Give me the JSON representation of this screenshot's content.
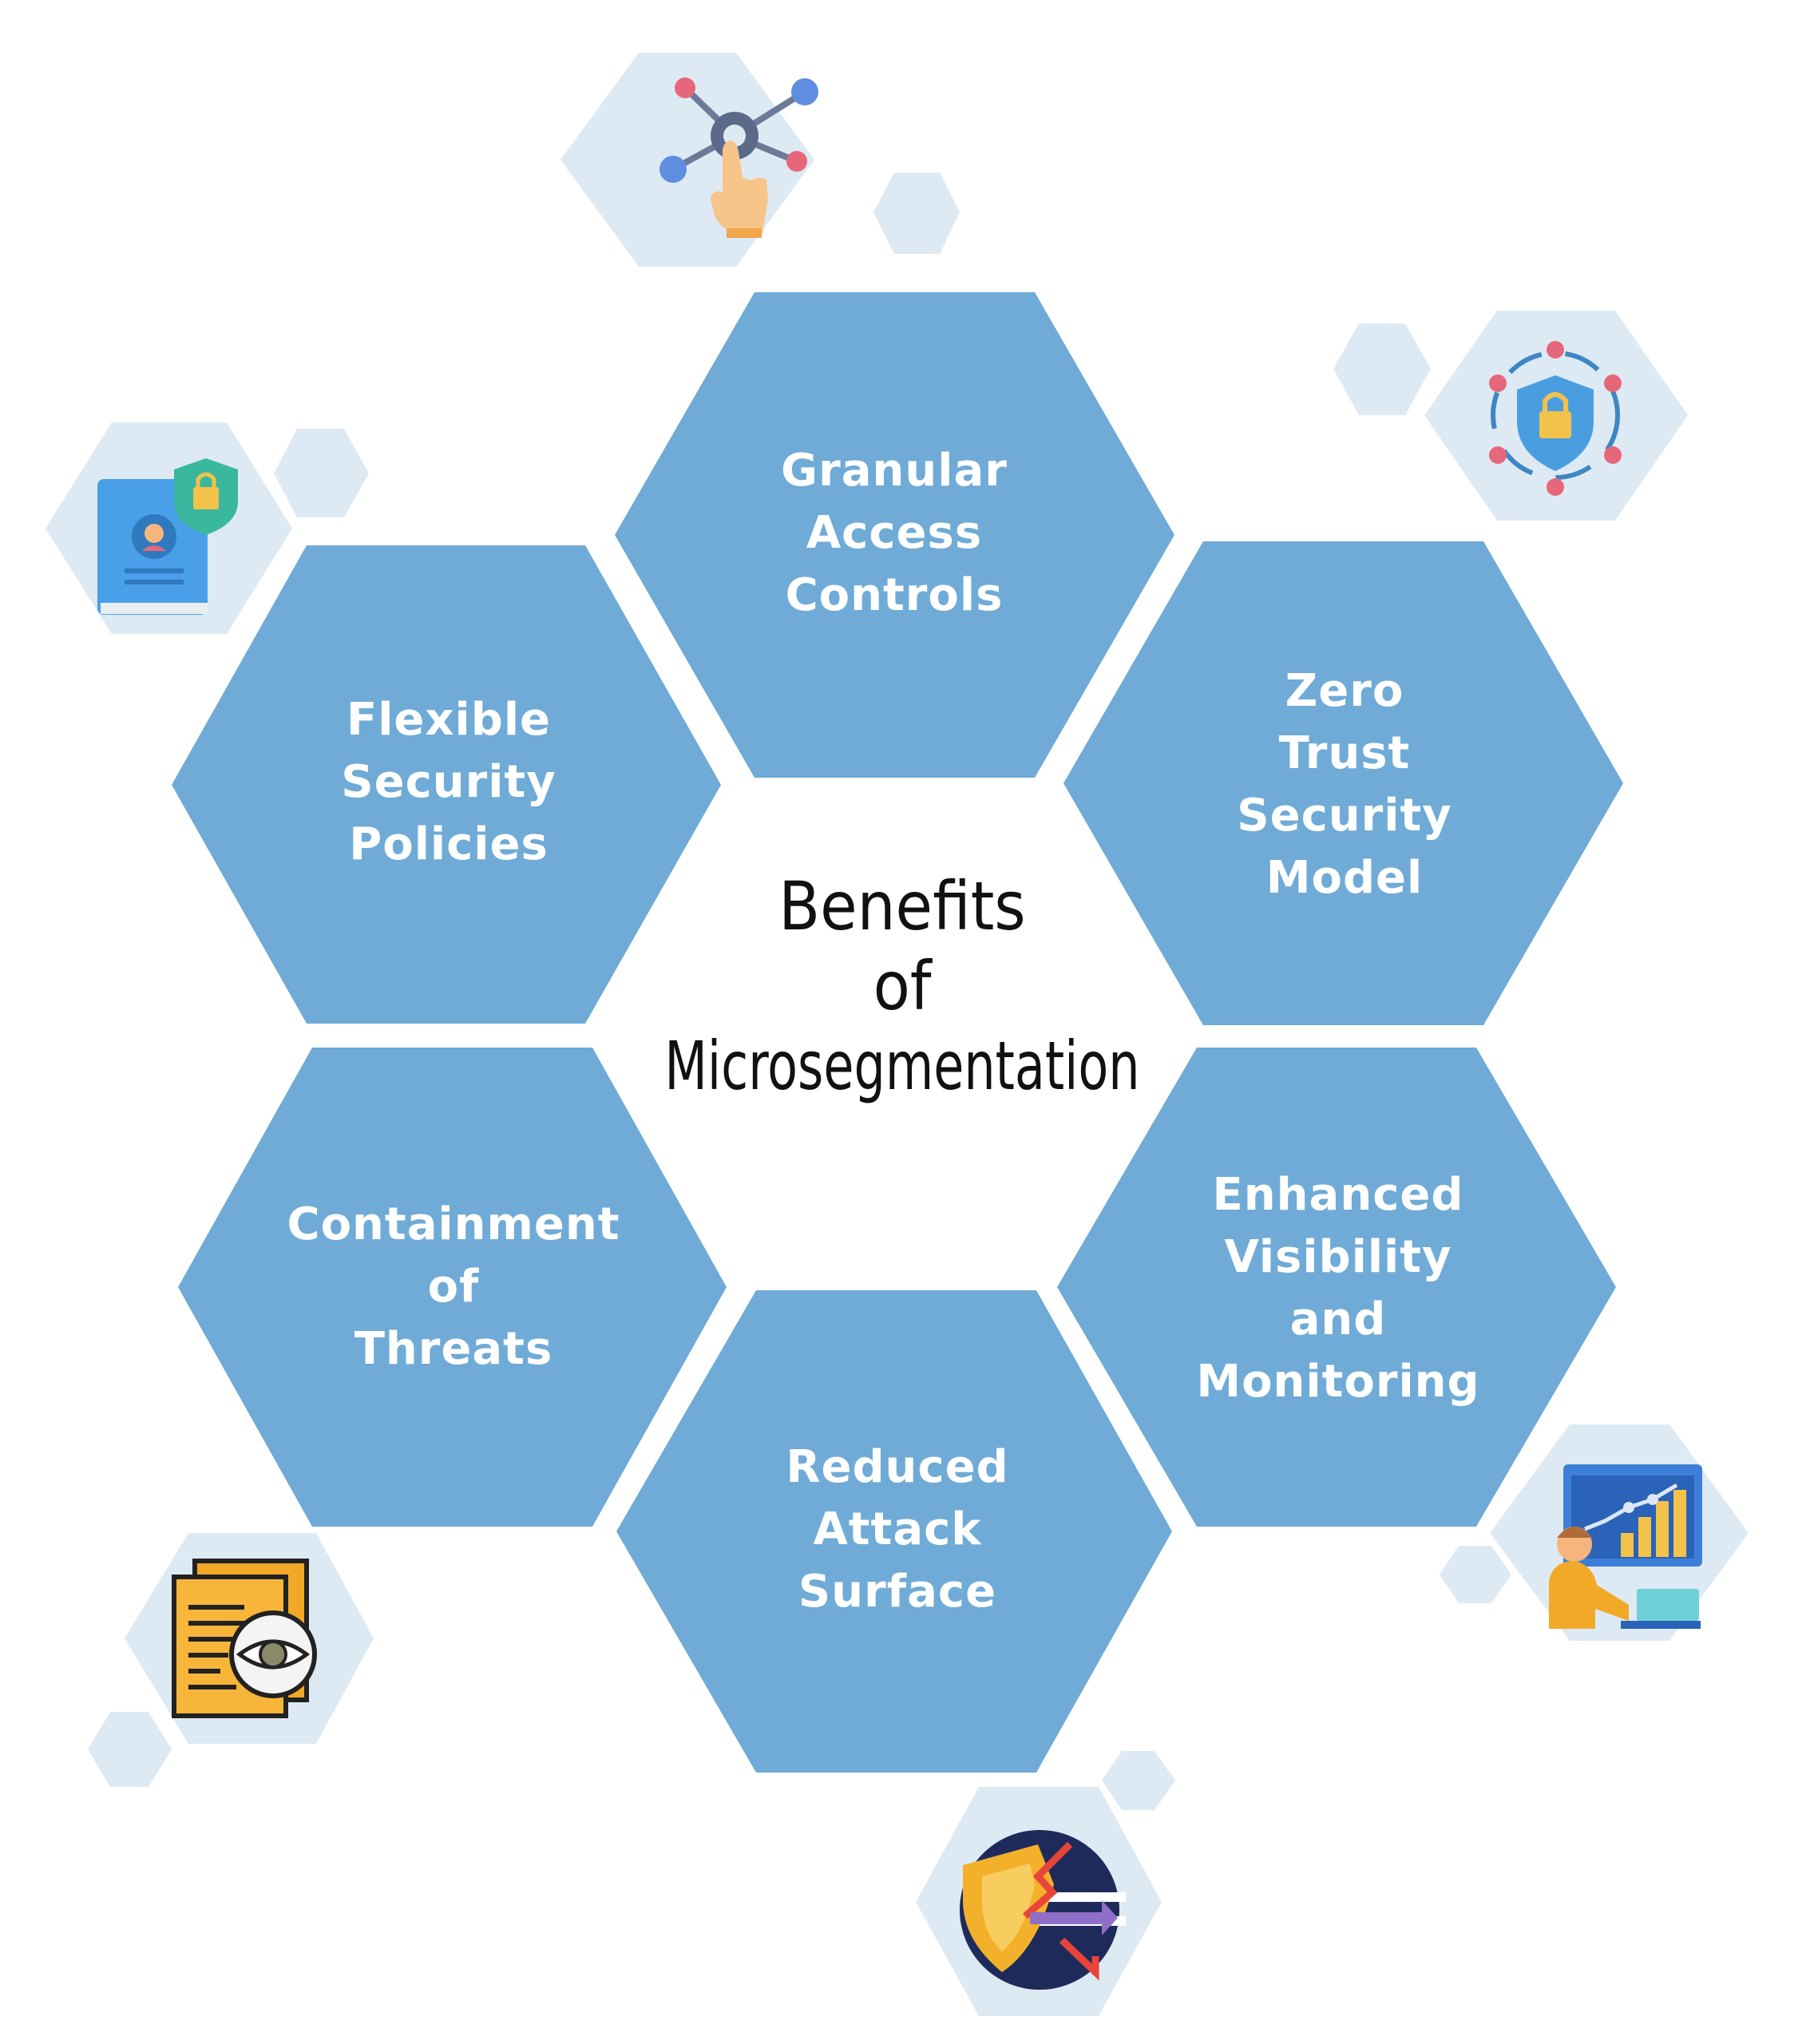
{
  "center_title": [
    "Benefits",
    "of",
    "Microsegmentation"
  ],
  "benefits": [
    {
      "id": "granular",
      "lines": [
        "Granular",
        "Access",
        "Controls"
      ],
      "icon": "network-gear-touch-icon"
    },
    {
      "id": "zero-trust",
      "lines": [
        "Zero",
        "Trust",
        "Security",
        "Model"
      ],
      "icon": "shield-lock-network-icon"
    },
    {
      "id": "visibility",
      "lines": [
        "Enhanced",
        "Visibility",
        "and",
        "Monitoring"
      ],
      "icon": "analytics-user-icon"
    },
    {
      "id": "attack-surface",
      "lines": [
        "Reduced",
        "Attack",
        "Surface"
      ],
      "icon": "shield-attack-icon"
    },
    {
      "id": "containment",
      "lines": [
        "Containment",
        "of",
        "Threats"
      ],
      "icon": "document-inspect-icon"
    },
    {
      "id": "flexible",
      "lines": [
        "Flexible",
        "Security",
        "Policies"
      ],
      "icon": "policy-book-lock-icon"
    }
  ],
  "colors": {
    "hex_fill": "#6fabd6",
    "icon_bg": "#ddeaf4",
    "title_text": "#111111",
    "label_text": "#ffffff"
  }
}
